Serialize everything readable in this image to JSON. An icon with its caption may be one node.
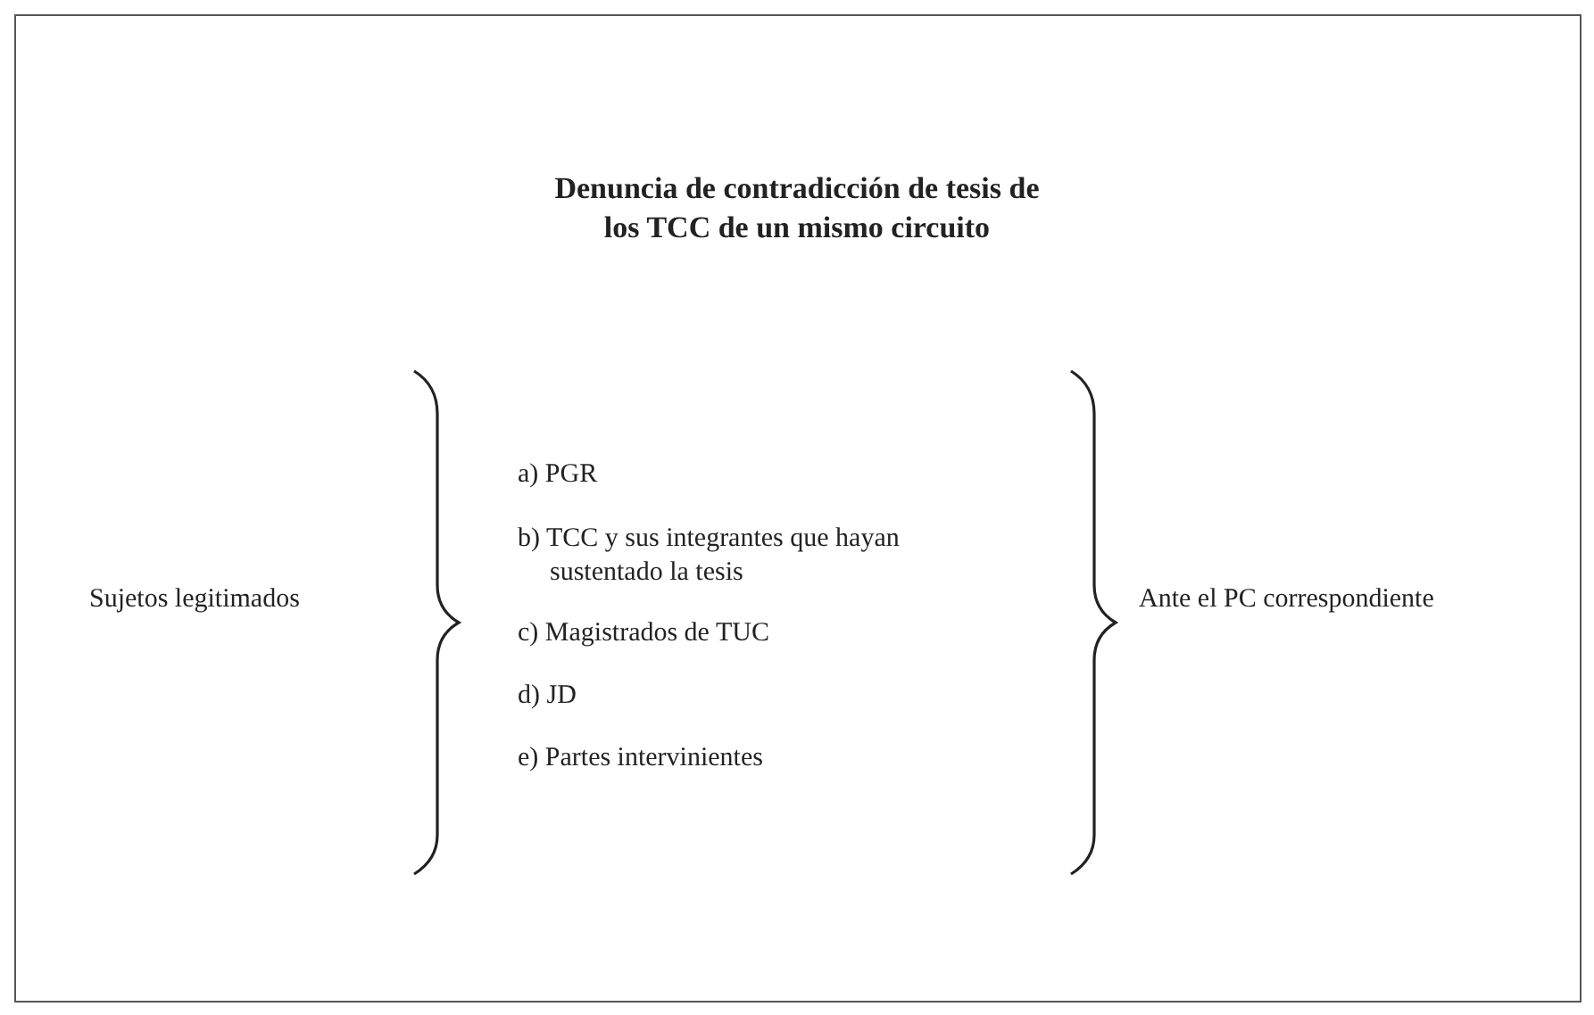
{
  "diagram": {
    "title": "Denuncia de contradicción de tesis de los TCC de un mismo circuito",
    "labels": [
      "Sujetos legitimados",
      "a) PGR",
      "b) TCC y sus integrantes que hayan sustentado la tesis",
      "c) Magistrados de TUC",
      "d) JD",
      "e) Partes intervinientes",
      "Ante el PC correspondiente"
    ]
  }
}
